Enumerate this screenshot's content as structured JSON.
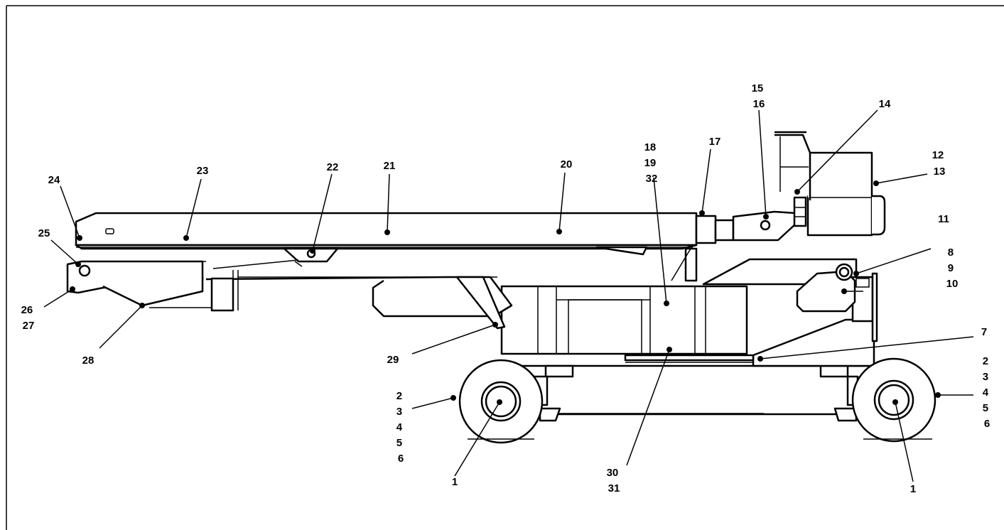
{
  "callouts": [
    {
      "id": "c1a",
      "lines": [
        "1"
      ]
    },
    {
      "id": "c1b",
      "lines": [
        "1"
      ]
    },
    {
      "id": "c2a",
      "lines": [
        "2",
        "3",
        "4",
        "5",
        "6"
      ]
    },
    {
      "id": "c2b",
      "lines": [
        "2",
        "3",
        "4",
        "5",
        "6"
      ]
    },
    {
      "id": "c7",
      "lines": [
        "7"
      ]
    },
    {
      "id": "c8",
      "lines": [
        "8",
        "9",
        "10"
      ]
    },
    {
      "id": "c11",
      "lines": [
        "11"
      ]
    },
    {
      "id": "c12",
      "lines": [
        "12",
        "13"
      ]
    },
    {
      "id": "c14",
      "lines": [
        "14"
      ]
    },
    {
      "id": "c15",
      "lines": [
        "15",
        "16"
      ]
    },
    {
      "id": "c17",
      "lines": [
        "17"
      ]
    },
    {
      "id": "c18",
      "lines": [
        "18",
        "19",
        "32"
      ]
    },
    {
      "id": "c20",
      "lines": [
        "20"
      ]
    },
    {
      "id": "c21",
      "lines": [
        "21"
      ]
    },
    {
      "id": "c22",
      "lines": [
        "22"
      ]
    },
    {
      "id": "c23",
      "lines": [
        "23"
      ]
    },
    {
      "id": "c24",
      "lines": [
        "24"
      ]
    },
    {
      "id": "c25",
      "lines": [
        "25"
      ]
    },
    {
      "id": "c26",
      "lines": [
        "26",
        "27"
      ]
    },
    {
      "id": "c28",
      "lines": [
        "28"
      ]
    },
    {
      "id": "c29",
      "lines": [
        "29"
      ]
    },
    {
      "id": "c30",
      "lines": [
        "30",
        "31"
      ]
    }
  ]
}
